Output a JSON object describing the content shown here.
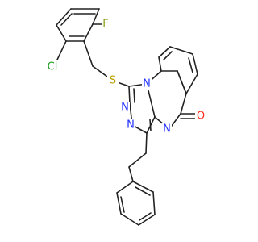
{
  "molecule": {
    "atoms": [
      {
        "id": "Cl",
        "text": "Cl",
        "color": "#1fa01f"
      },
      {
        "id": "F",
        "text": "F",
        "color": "#8c9c1a"
      },
      {
        "id": "S",
        "text": "S",
        "color": "#b8a000"
      },
      {
        "id": "N1",
        "text": "N",
        "color": "#2233ff"
      },
      {
        "id": "N2",
        "text": "N",
        "color": "#2233ff"
      },
      {
        "id": "N3",
        "text": "N",
        "color": "#2233ff"
      },
      {
        "id": "N4",
        "text": "N",
        "color": "#2233ff"
      },
      {
        "id": "O",
        "text": "O",
        "color": "#ff2a1a"
      }
    ]
  }
}
